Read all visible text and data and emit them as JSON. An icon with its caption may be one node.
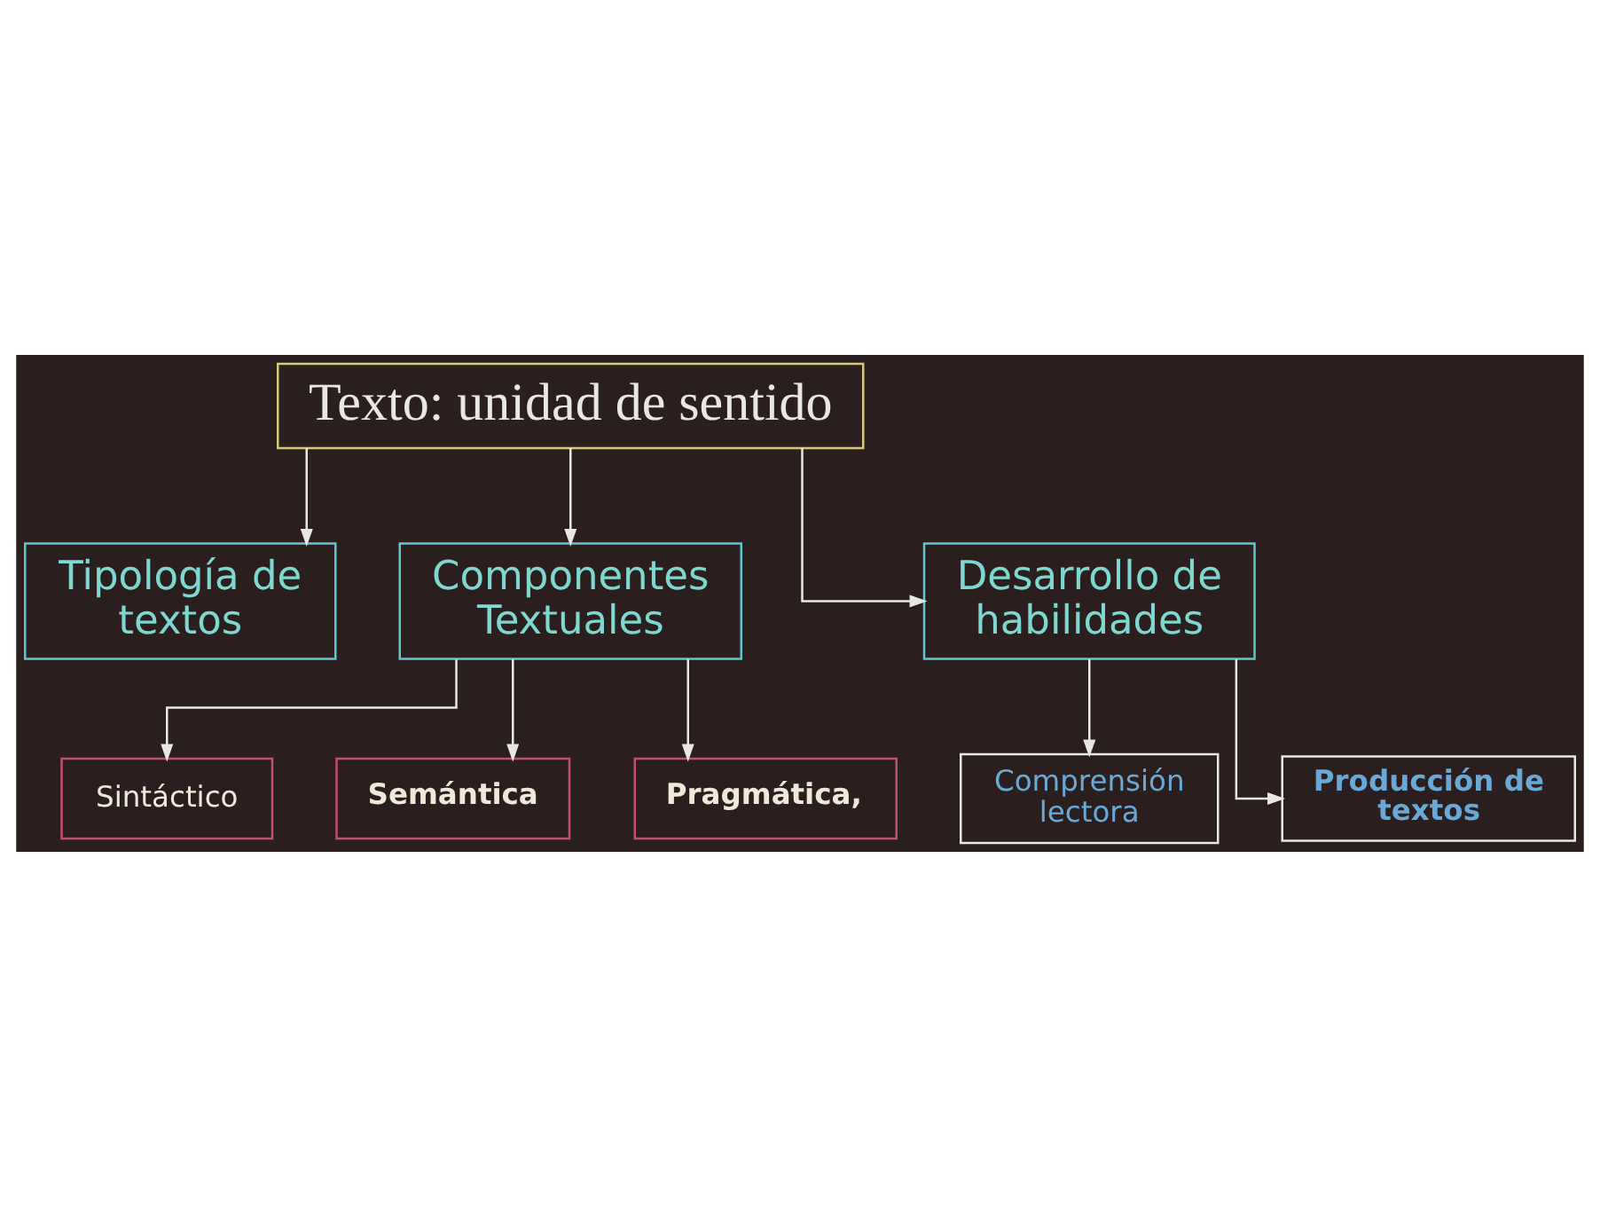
{
  "diagram": {
    "nodes": [
      {
        "text": [
          "Texto: unidad de sentido"
        ]
      },
      {
        "text": [
          "Tipología de textos"
        ]
      },
      {
        "text": [
          "Componentes Textuales"
        ]
      },
      {
        "text": [
          "Desarrollo de habilidades"
        ]
      },
      {
        "text": [
          "Sintáctico"
        ]
      },
      {
        "text": [
          "Semántica"
        ]
      },
      {
        "text": [
          "Pragmática,"
        ]
      },
      {
        "text": [
          "Comprensión lectora"
        ]
      },
      {
        "text": [
          "Producción de textos"
        ]
      }
    ],
    "edges": [
      {
        "from": 0,
        "to": 1,
        "arrow": "to"
      },
      {
        "from": 0,
        "to": 2,
        "arrow": "to"
      },
      {
        "from": 0,
        "to": 3,
        "arrow": "to"
      },
      {
        "from": 2,
        "to": 4,
        "arrow": "to"
      },
      {
        "from": 2,
        "to": 5,
        "arrow": "to"
      },
      {
        "from": 2,
        "to": 6,
        "arrow": "to"
      },
      {
        "from": 3,
        "to": 7,
        "arrow": "to"
      },
      {
        "from": 3,
        "to": 8,
        "arrow": "to"
      }
    ]
  }
}
